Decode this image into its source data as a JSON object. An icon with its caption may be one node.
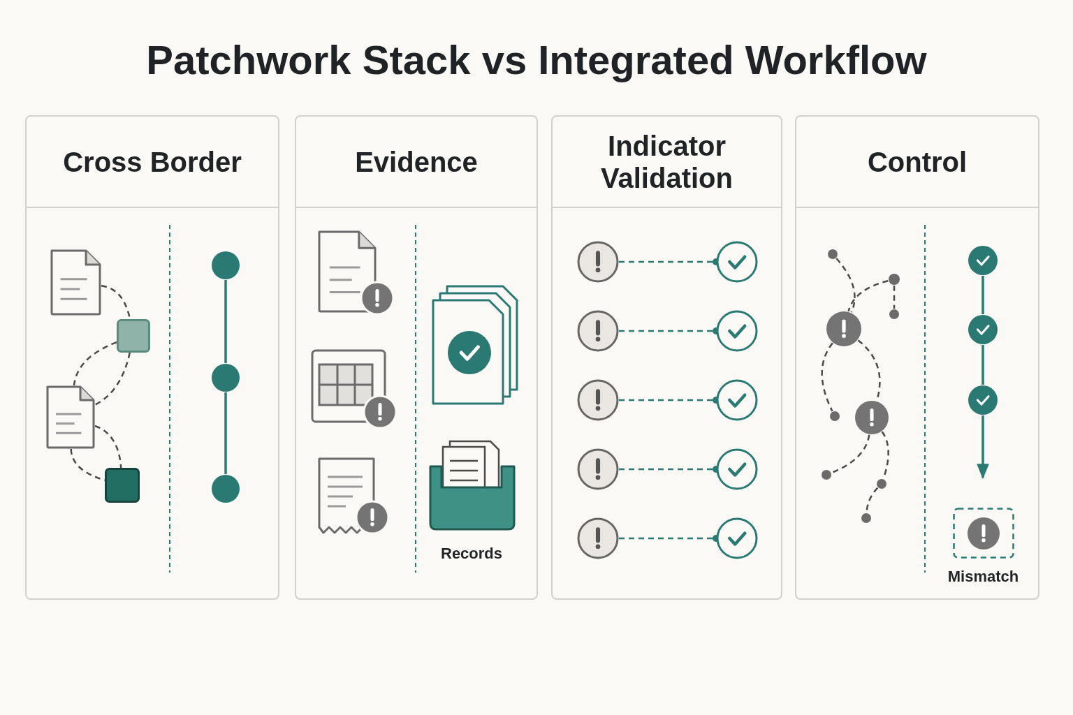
{
  "diagram": {
    "title": "Patchwork Stack vs Integrated Workflow",
    "nodes": [
      {
        "text": [
          "Cross Border"
        ]
      },
      {
        "text": [],
        "shape": "document",
        "in": 0
      },
      {
        "text": [],
        "shape": "box",
        "in": 0
      },
      {
        "text": [],
        "shape": "document",
        "in": 0
      },
      {
        "text": [],
        "shape": "box",
        "in": 0
      },
      {
        "text": [],
        "shape": "circle",
        "in": 0
      },
      {
        "text": [],
        "shape": "circle",
        "in": 0
      },
      {
        "text": [],
        "shape": "circle",
        "in": 0
      },
      {
        "text": [
          "Evidence"
        ]
      },
      {
        "text": [
          "Indicator Validation"
        ]
      },
      {
        "text": [],
        "shape": "circle",
        "in": 9
      },
      {
        "text": [],
        "shape": "circle",
        "in": 9
      },
      {
        "text": [],
        "shape": "circle",
        "in": 9
      },
      {
        "text": [],
        "shape": "circle",
        "in": 9
      },
      {
        "text": [],
        "shape": "circle",
        "in": 9
      },
      {
        "text": [],
        "shape": "circle",
        "in": 9
      },
      {
        "text": [],
        "shape": "circle",
        "in": 9
      },
      {
        "text": [],
        "shape": "circle",
        "in": 9
      },
      {
        "text": [],
        "shape": "circle",
        "in": 9
      },
      {
        "text": [],
        "shape": "circle",
        "in": 9
      },
      {
        "text": [
          "Control"
        ]
      },
      {
        "text": [],
        "shape": "circle",
        "in": 20
      },
      {
        "text": [],
        "shape": "circle",
        "in": 20
      },
      {
        "text": [],
        "shape": "circle",
        "in": 20
      },
      {
        "text": [],
        "shape": "circle",
        "in": 20
      },
      {
        "text": [],
        "shape": "circle",
        "in": 20
      },
      {
        "text": [],
        "shape": "circle",
        "in": 20
      },
      {
        "text": [],
        "shape": "circle",
        "in": 20
      },
      {
        "text": [],
        "shape": "circle",
        "in": 20
      },
      {
        "text": [],
        "shape": "circle",
        "in": 20
      },
      {
        "text": [],
        "shape": "circle",
        "in": 20
      },
      {
        "text": [],
        "shape": "circle",
        "in": 20
      },
      {
        "text": [],
        "shape": "circle",
        "in": 20
      },
      {
        "text": [
          "Mismatch"
        ],
        "in": 20
      }
    ],
    "edges": [
      {
        "from": 1,
        "to": 2,
        "arrow": "none",
        "style": "dashed"
      },
      {
        "from": 2,
        "to": 3,
        "arrow": "none",
        "style": "dashed"
      },
      {
        "from": 2,
        "to": 3,
        "arrow": "none",
        "style": "dashed"
      },
      {
        "from": 3,
        "to": 4,
        "arrow": "none",
        "style": "dashed"
      },
      {
        "from": 3,
        "to": 4,
        "arrow": "none",
        "style": "dashed"
      },
      {
        "from": 5,
        "to": 6,
        "arrow": "none",
        "color": "#2a7a73"
      },
      {
        "from": 6,
        "to": 7,
        "arrow": "none",
        "color": "#2a7a73"
      },
      {
        "from": 10,
        "to": 11,
        "arrow": "other",
        "style": "dashed",
        "color": "#2a7a73"
      },
      {
        "from": 12,
        "to": 13,
        "arrow": "other",
        "style": "dashed",
        "color": "#2a7a73"
      },
      {
        "from": 14,
        "to": 15,
        "arrow": "other",
        "style": "dashed",
        "color": "#2a7a73"
      },
      {
        "from": 16,
        "to": 17,
        "arrow": "other",
        "style": "dashed",
        "color": "#2a7a73"
      },
      {
        "from": 18,
        "to": 19,
        "arrow": "other",
        "style": "dashed",
        "color": "#2a7a73"
      },
      {
        "from": 21,
        "to": 24,
        "arrow": "none",
        "style": "dashed"
      },
      {
        "from": 22,
        "to": 24,
        "arrow": "none",
        "style": "dashed"
      },
      {
        "from": 22,
        "to": 23,
        "arrow": "none",
        "style": "dashed"
      },
      {
        "from": 24,
        "to": 26,
        "arrow": "none",
        "style": "dashed"
      },
      {
        "from": 24,
        "to": 25,
        "arrow": "none",
        "style": "dashed"
      },
      {
        "from": 26,
        "to": 27,
        "arrow": "none",
        "style": "dashed"
      },
      {
        "from": 26,
        "to": 28,
        "arrow": "none",
        "style": "dashed"
      },
      {
        "from": 28,
        "to": 29,
        "arrow": "none",
        "style": "dashed"
      },
      {
        "from": 30,
        "to": 31,
        "arrow": "none",
        "color": "#2a7a73"
      },
      {
        "from": 31,
        "to": 32,
        "arrow": "none",
        "color": "#2a7a73"
      },
      {
        "from": 32,
        "to": null,
        "arrow": "to",
        "color": "#2a7a73"
      }
    ],
    "labels": [
      "Records"
    ]
  }
}
